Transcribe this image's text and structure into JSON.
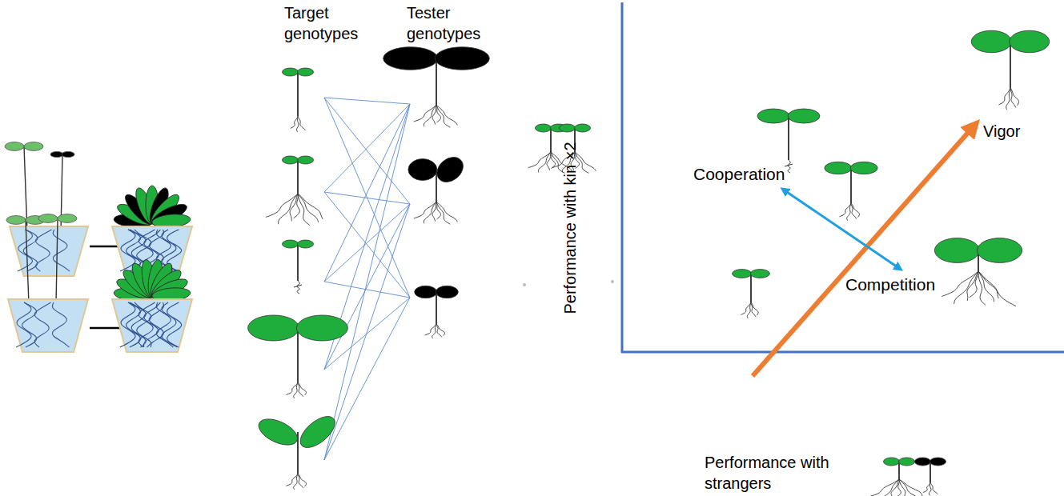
{
  "diagram": {
    "nodes": [
      {
        "text": [
          "Cooperation"
        ]
      },
      {
        "text": [
          "Competition"
        ]
      }
    ],
    "edges": [
      {
        "from": 0,
        "to": 1,
        "arrow": "both"
      }
    ],
    "labels": [
      "Target genotypes",
      "Tester genotypes",
      "Performance with kin ×2",
      "Performance with strangers",
      "Vigor"
    ]
  }
}
